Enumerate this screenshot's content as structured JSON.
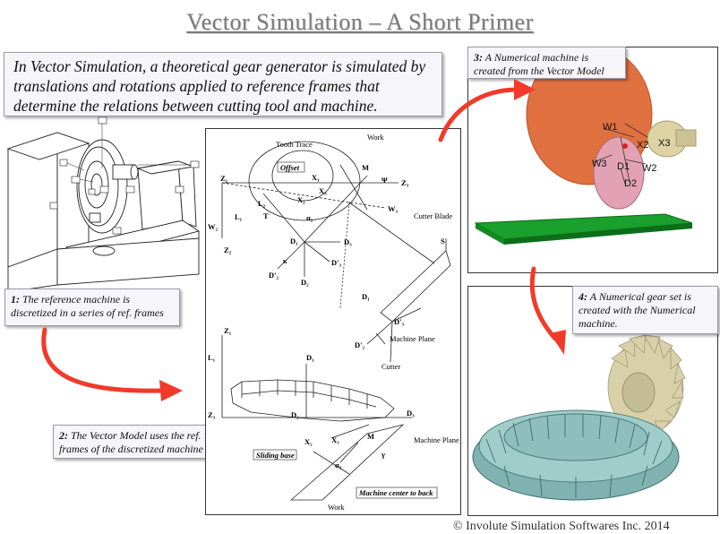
{
  "title": "Vector Simulation – A Short Primer",
  "intro_text": "In Vector Simulation, a theoretical gear generator is simulated by translations and rotations applied to reference frames that determine the relations between cutting tool and machine.",
  "steps": [
    {
      "num": "1:",
      "text": "The reference machine is discretized in a series of ref. frames"
    },
    {
      "num": "2:",
      "text": "The Vector Model uses the ref. frames of the discretized machine"
    },
    {
      "num": "3:",
      "text": "A Numerical machine is created from the Vector Model"
    },
    {
      "num": "4:",
      "text": "A Numerical gear set is created with the Numerical machine."
    }
  ],
  "vector_model_labels": {
    "work": "Work",
    "tooth_trace": "Tooth Trace",
    "offset": "Offset",
    "cutter_blade": "Cutter Blade",
    "machine_plane": "Machine Plane",
    "cutter": "Cutter",
    "machine_plane_2": "Machine Plane",
    "sliding_base": "Sliding base",
    "machine_center_to_back": "Machine center to back",
    "work_2": "Work",
    "z1": "Z₁",
    "z2": "Z₂",
    "z3": "Z₃",
    "x1": "X₁",
    "x2": "X₂",
    "x3": "X₃",
    "d1": "D₁",
    "d2": "D₂",
    "d3": "D₃",
    "d2p": "D'₂",
    "d3p": "D'₃",
    "w2": "W₂",
    "w3": "W₃",
    "l1": "L₁",
    "l2": "L₂",
    "t": "T",
    "m": "M",
    "s": "S",
    "psi": "Ψ",
    "kappa": "κ",
    "alpha2": "α₂",
    "alpha3": "α₃",
    "gamma": "γ"
  },
  "numerical_machine_labels": {
    "w1": "W1",
    "x2": "X2",
    "x3": "X3",
    "w3": "W3",
    "d1": "D1",
    "w2": "W2",
    "d2": "D2"
  },
  "footer": "© Involute Simulation Softwares Inc. 2014",
  "colors": {
    "arrow": "#f23a2a",
    "title": "#7a7a7a",
    "caption_bg": "#f5f5fa",
    "work_gear": "#e07040",
    "cutter": "#e0a0b0",
    "plane": "#1a9a2a",
    "ring_gear": "#8ab8b8",
    "pinion": "#d8d0a8"
  }
}
